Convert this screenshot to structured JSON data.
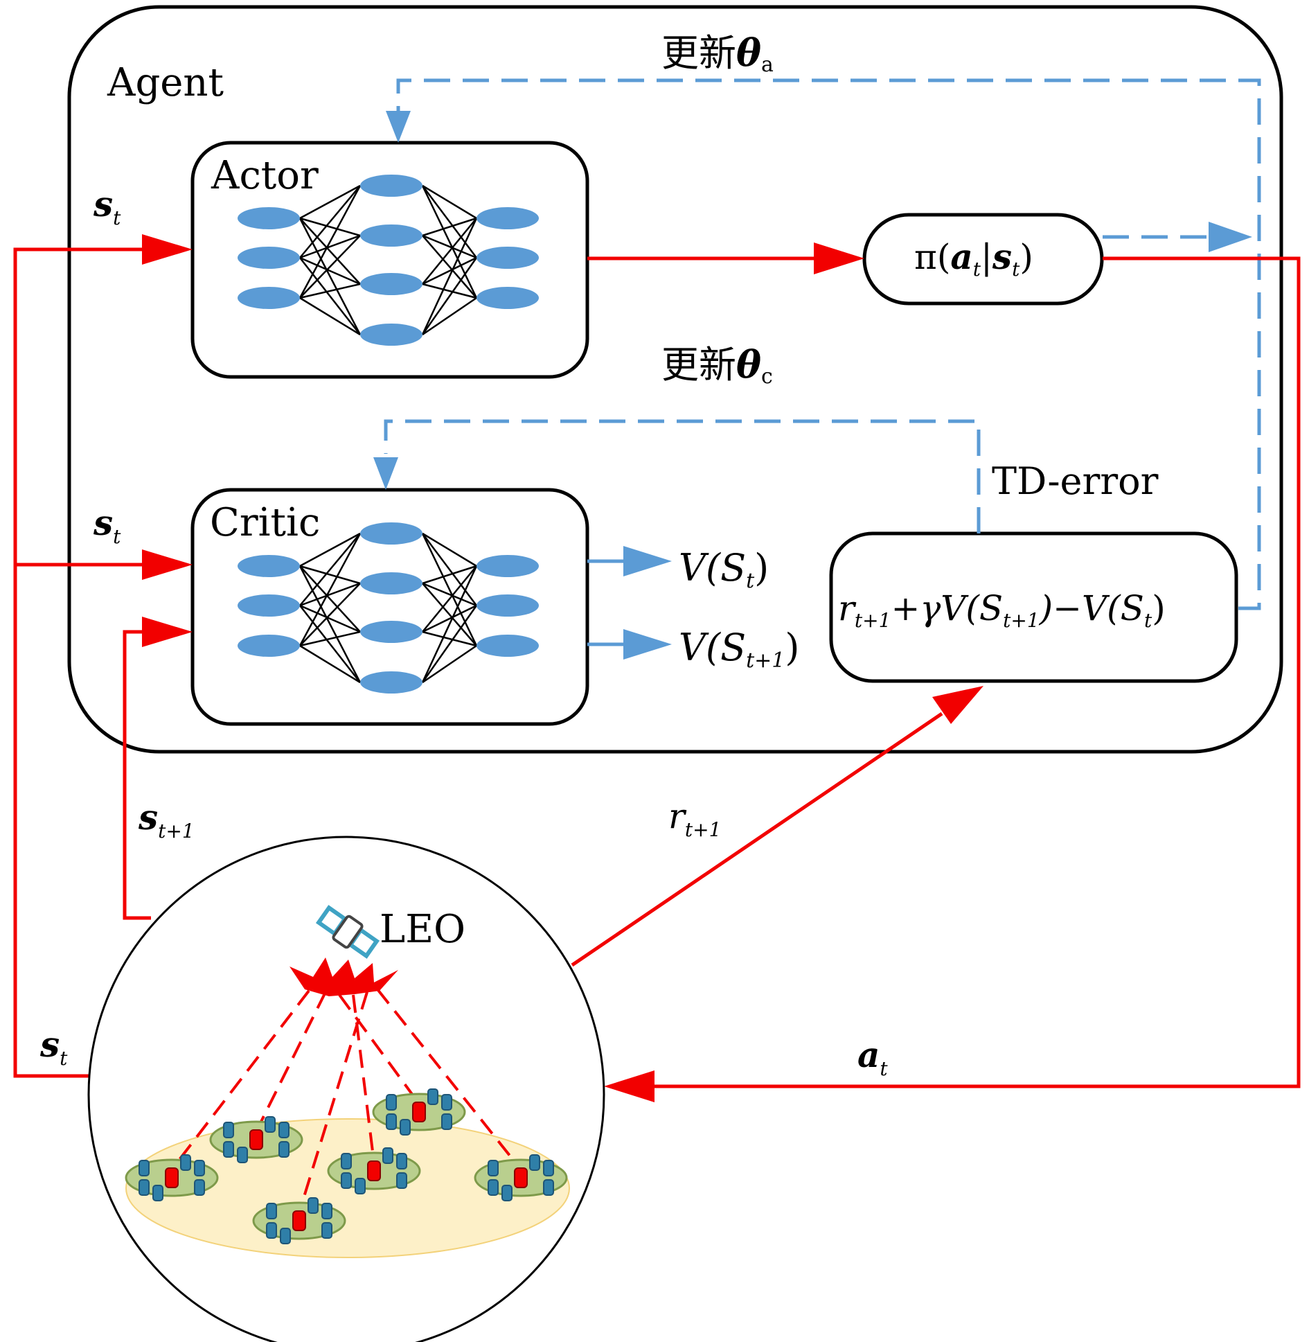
{
  "colors": {
    "red": "#f20000",
    "blue": "#5b9bd5",
    "black": "#000000",
    "ground": "#fdf0c8",
    "cluster": "#b9cf8e"
  },
  "labels": {
    "agent": "Agent",
    "actor": "Actor",
    "critic": "Critic",
    "leo": "LEO",
    "td_error": "TD-error",
    "update_theta_a": {
      "prefix": "更新",
      "symbol": "θ",
      "sub": "a"
    },
    "update_theta_c": {
      "prefix": "更新",
      "symbol": "θ",
      "sub": "c"
    }
  },
  "math": {
    "s": "s",
    "t": "t",
    "t1": "t+1",
    "a": "a",
    "r": "r",
    "pi_open": "π(",
    "bar": "|",
    "close": ")",
    "V_open": "V(",
    "S": "S",
    "plus_gamma_V": "+γV(",
    "close_minus_V": ")−V("
  },
  "icons": {
    "satellite": "satellite-icon",
    "terminal": "user-terminal-icon"
  }
}
